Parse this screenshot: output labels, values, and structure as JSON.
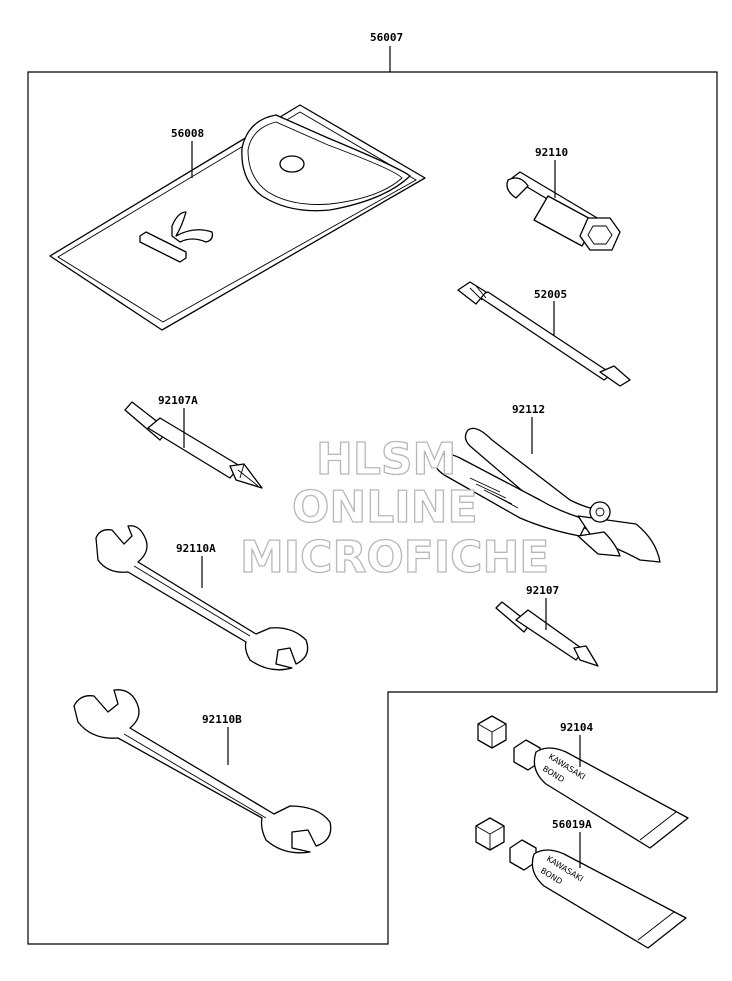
{
  "assembly": {
    "label": "56007"
  },
  "parts": {
    "tool_bag": {
      "label": "56008"
    },
    "plug_wrench": {
      "label": "92110"
    },
    "handle_bar": {
      "label": "52005"
    },
    "screwdriver_a": {
      "label": "92107A"
    },
    "pliers": {
      "label": "92112"
    },
    "wrench_a": {
      "label": "92110A"
    },
    "screwdriver": {
      "label": "92107"
    },
    "wrench_b": {
      "label": "92110B"
    },
    "bond_1": {
      "label": "92104",
      "tube_text": [
        "KAWASAKI",
        "BOND"
      ]
    },
    "bond_2": {
      "label": "56019A",
      "tube_text": [
        "KAWASAKI",
        "BOND"
      ]
    }
  },
  "watermark": {
    "line1": "HLSM",
    "line2": "ONLINE",
    "line3": "MICROFICHE"
  }
}
